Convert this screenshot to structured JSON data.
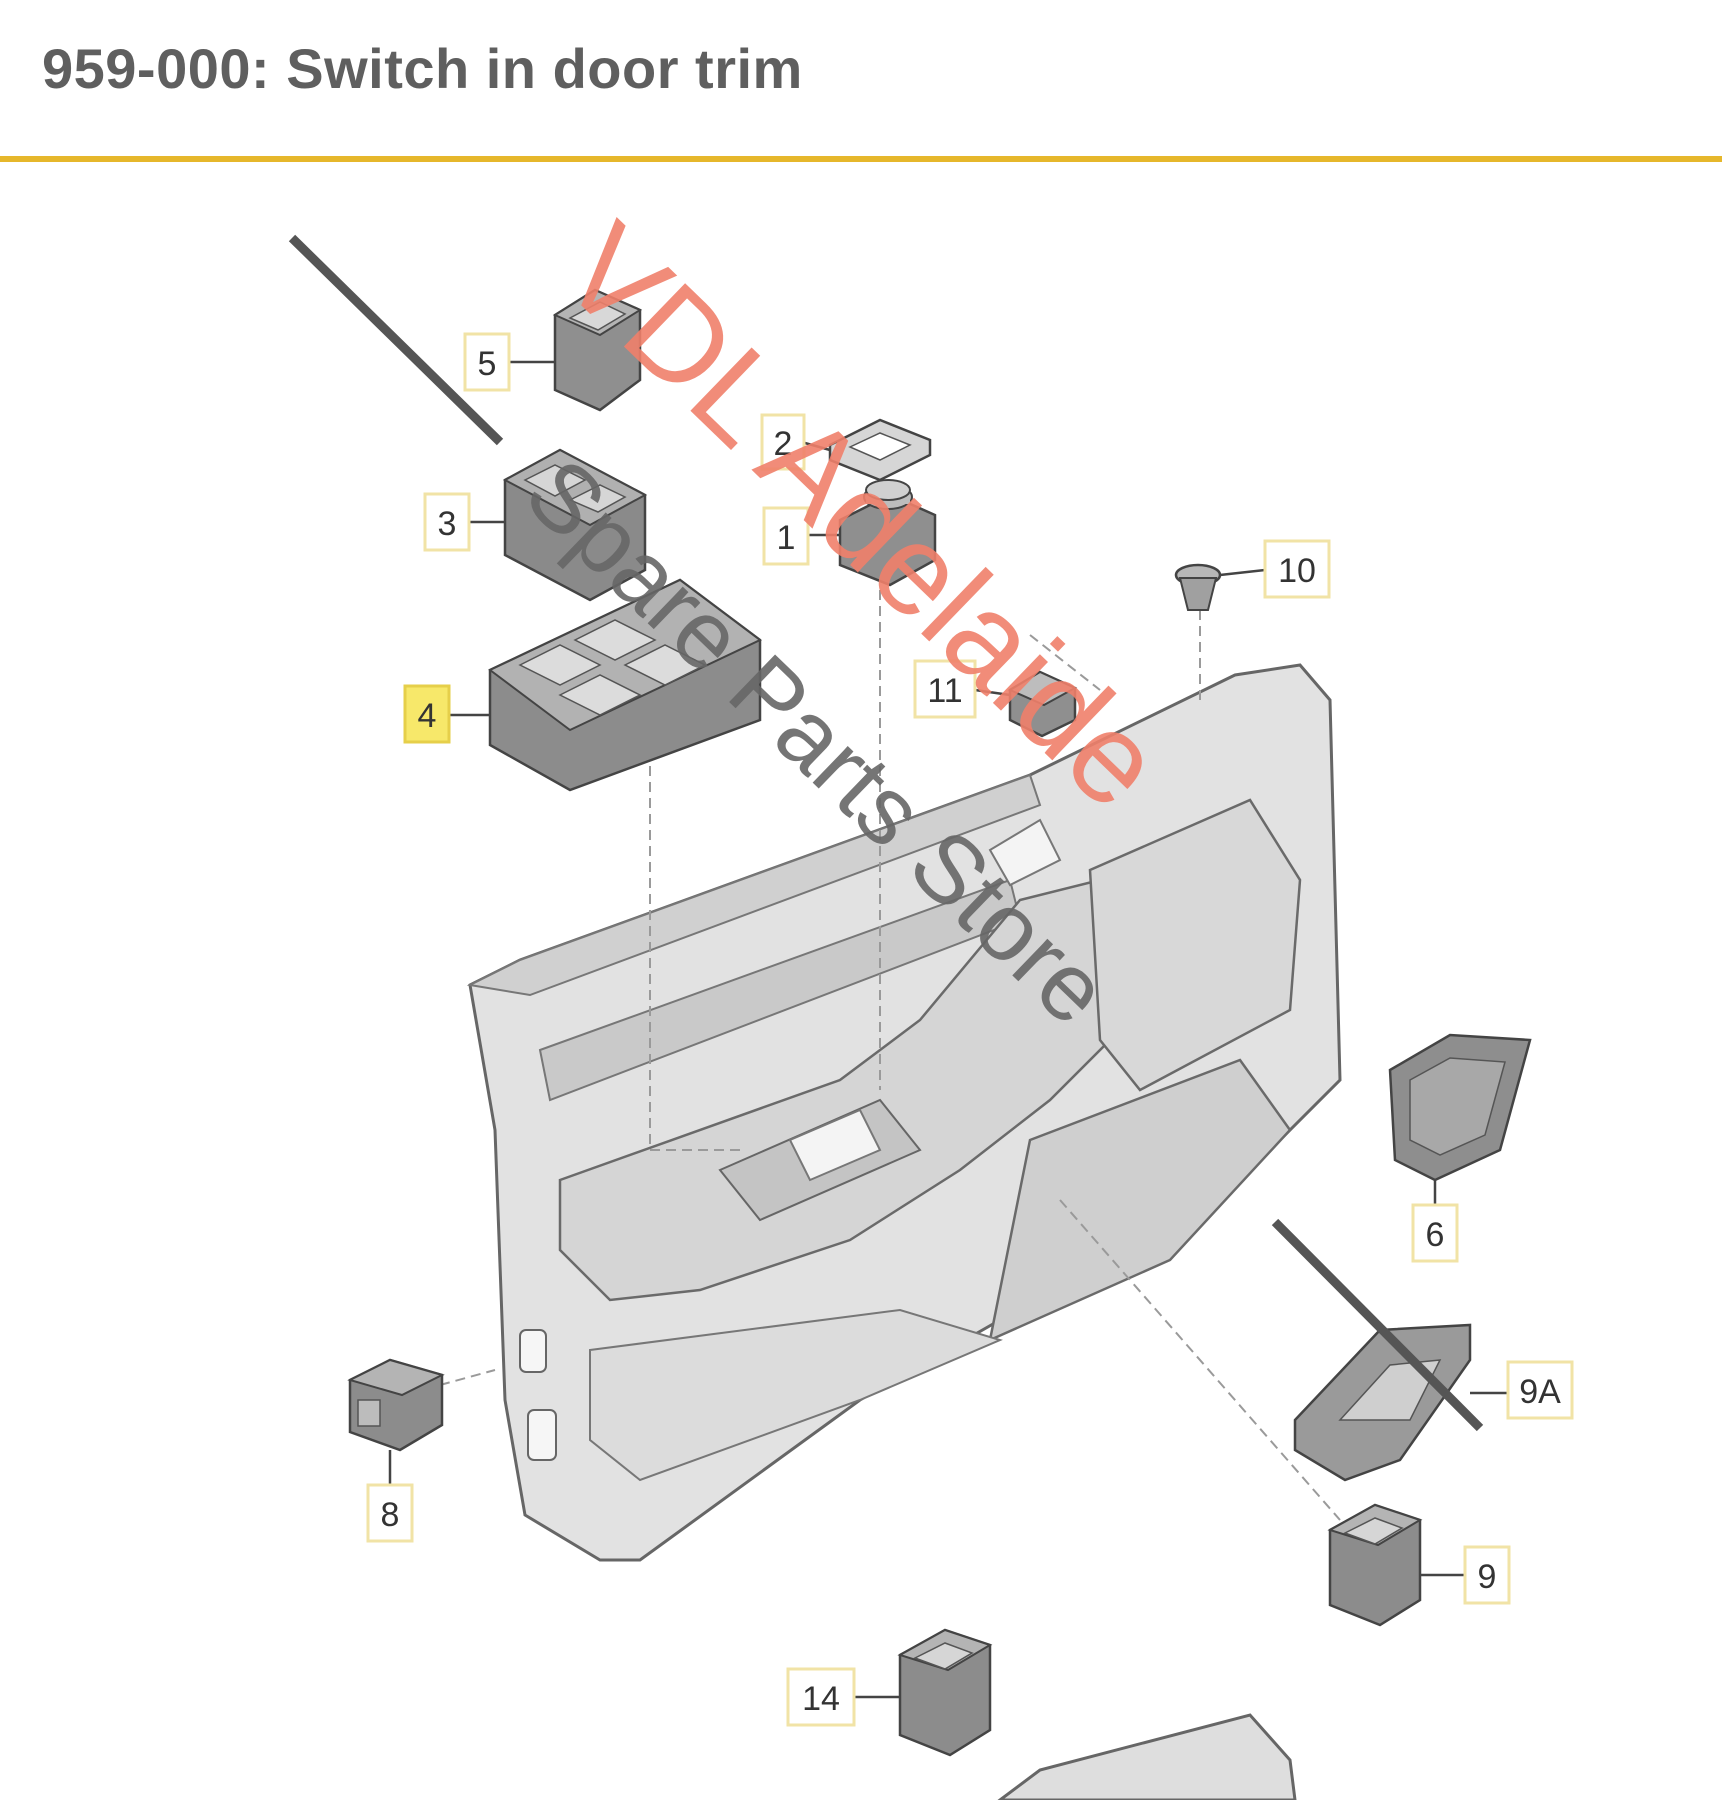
{
  "page": {
    "title": "959-000: Switch in door trim"
  },
  "colors": {
    "accent_rule": "#e6b72b",
    "title_text": "#5f5f5f",
    "callout_border": "#f1e3a6",
    "callout_highlight_fill": "#f7e86a",
    "part_fill": "#8f8f8f",
    "trim_fill": "#dedede",
    "watermark": "#f0806a"
  },
  "callouts": [
    {
      "id": "c5",
      "label": "5"
    },
    {
      "id": "c2",
      "label": "2"
    },
    {
      "id": "c3",
      "label": "3"
    },
    {
      "id": "c1",
      "label": "1"
    },
    {
      "id": "c10",
      "label": "10"
    },
    {
      "id": "c4",
      "label": "4",
      "highlighted": true
    },
    {
      "id": "c11",
      "label": "11"
    },
    {
      "id": "c6",
      "label": "6"
    },
    {
      "id": "c9a",
      "label": "9A"
    },
    {
      "id": "c8",
      "label": "8"
    },
    {
      "id": "c9",
      "label": "9"
    },
    {
      "id": "c14",
      "label": "14"
    }
  ],
  "watermark": {
    "line1": "VDL Adelaide",
    "line2": "Spare Parts Store"
  }
}
